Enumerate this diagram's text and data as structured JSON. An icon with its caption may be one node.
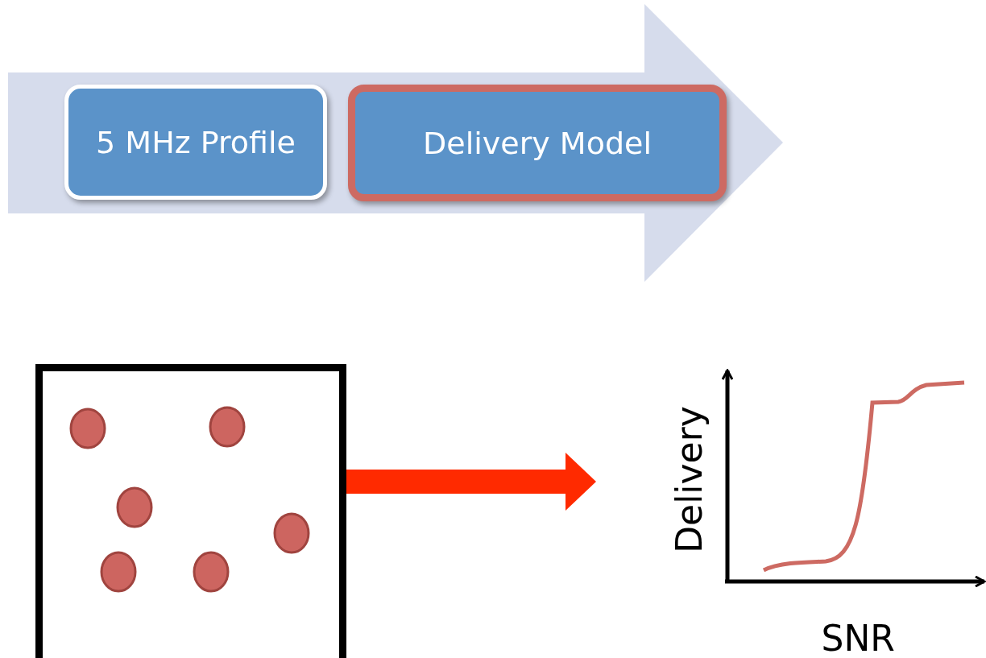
{
  "diagram": {
    "nodes": [
      {
        "text": [],
        "shape": "arrow"
      },
      {
        "text": [
          "5 MHz Profile"
        ],
        "in": 0
      },
      {
        "text": [
          "Delivery Model"
        ],
        "in": 0
      },
      {
        "text": [],
        "shape": "box"
      },
      {
        "text": [
          "Delivery",
          "SNR"
        ]
      }
    ],
    "edges": [
      {
        "from": 3,
        "to": 4,
        "arrow": "to"
      }
    ]
  }
}
